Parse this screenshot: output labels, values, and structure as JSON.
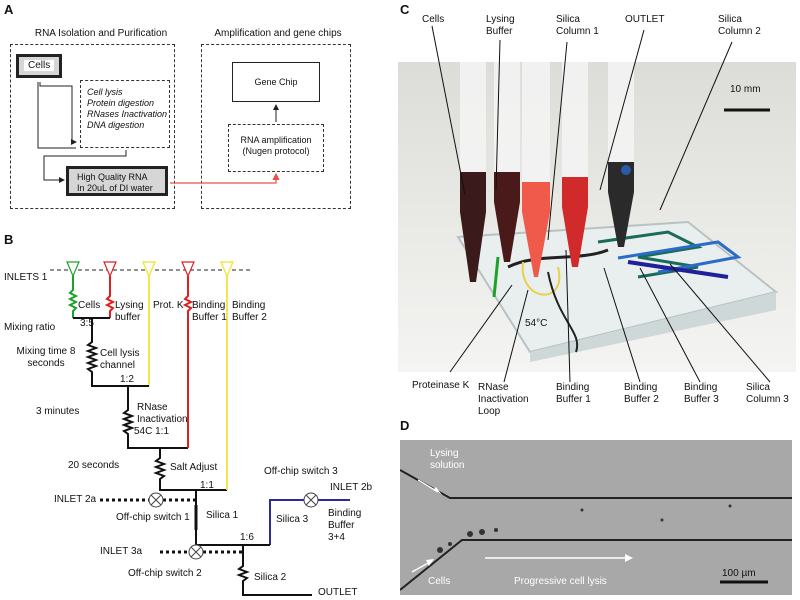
{
  "panel_a": {
    "label": "A",
    "section1_title": "RNA Isolation and Purification",
    "section2_title": "Amplification and gene chips",
    "cells_box": "Cells",
    "steps": [
      "Cell lysis",
      "Protein digestion",
      "RNases Inactivation",
      "DNA digestion"
    ],
    "rna_box": [
      "High Quality RNA",
      "In 20uL of DI water"
    ],
    "gene_chip": "Gene Chip",
    "amp_box": [
      "RNA amplification",
      "(Nugen protocol)"
    ]
  },
  "panel_b": {
    "label": "B",
    "inlets1": "INLETS 1",
    "reagents": [
      "Cells",
      "Lysing buffer",
      "Prot. K",
      "Binding Buffer 1",
      "Binding Buffer 2"
    ],
    "mixing_ratio": "Mixing ratio",
    "ratio_3_5": "3:5",
    "mixing_time": "Mixing time 8 seconds",
    "cell_lysis_channel": "Cell lysis channel",
    "ratio_1_2": "1:2",
    "three_minutes": "3 minutes",
    "rnase_inactivation": "RNase Inactivation",
    "temp_ratio": "54C 1:1",
    "twenty_seconds": "20 seconds",
    "salt_adjust": "Salt Adjust",
    "ratio_1_1": "1:1",
    "inlet_2a": "INLET 2a",
    "off_chip_switch_1": "Off-chip switch 1",
    "silica_1": "Silica 1",
    "off_chip_switch_3": "Off-chip switch 3",
    "inlet_2b": "INLET 2b",
    "silica_3": "Silica 3",
    "binding_buffer_34": "Binding Buffer 3+4",
    "ratio_1_6": "1:6",
    "inlet_3a": "INLET 3a",
    "off_chip_switch_2": "Off-chip switch 2",
    "silica_2": "Silica 2",
    "outlet": "OUTLET"
  },
  "panel_c": {
    "label": "C",
    "top_labels": [
      "Cells",
      "Lysing Buffer",
      "Silica Column 1",
      "OUTLET",
      "Silica Column 2"
    ],
    "scale_bar": "10 mm",
    "temp": "54°C",
    "bottom_labels": [
      "Proteinase K",
      "RNase Inactivation Loop",
      "Binding Buffer 1",
      "Binding Buffer 2",
      "Binding Buffer 3",
      "Silica Column 3"
    ]
  },
  "panel_d": {
    "label": "D",
    "lysing_solution": "Lysing solution",
    "cells": "Cells",
    "progressive": "Progressive cell lysis",
    "scale": "100 µm"
  },
  "colors": {
    "green": "#1aa32a",
    "red": "#e02020",
    "yellow": "#f2e64a",
    "blue": "#2a2a9a",
    "arrow_red": "#e8504a"
  }
}
